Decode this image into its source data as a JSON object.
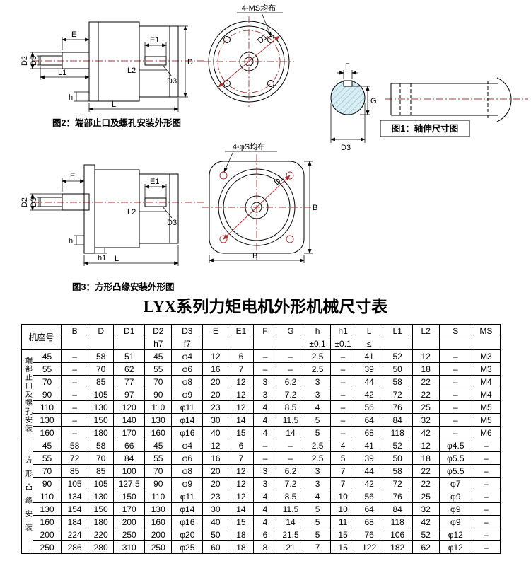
{
  "title": "LYX系列力矩电机外形机械尺寸表",
  "fig2": {
    "caption": "图2：端部止口及螺孔安装外形图",
    "note": "4-MS均布",
    "dims": {
      "e": "E",
      "l1": "L1",
      "d2": "D2",
      "d3_left": "D3",
      "d3_right": "D3",
      "e1": "E1",
      "d": "D",
      "l2": "L2",
      "l": "L",
      "h": "h",
      "d1": "D1"
    }
  },
  "fig1": {
    "caption": "图1：轴伸尺寸图",
    "dims": {
      "f": "F",
      "g": "G",
      "d3": "D3"
    }
  },
  "fig3": {
    "caption": "图3：方形凸缘安装外形图",
    "note": "4-φS均布",
    "dims": {
      "e": "E",
      "e1": "E1",
      "d2": "D2",
      "d3_left": "D3",
      "d3_right": "D3",
      "l2": "L2",
      "h": "h",
      "h1": "h1",
      "l": "L",
      "d1": "D1",
      "b_right": "B",
      "b_bottom": "B"
    }
  },
  "table": {
    "columns": [
      "机座号",
      "B",
      "D",
      "D1",
      "D2",
      "D3",
      "E",
      "E1",
      "F",
      "G",
      "h",
      "h1",
      "L",
      "L1",
      "L2",
      "S",
      "MS"
    ],
    "subheader": [
      "",
      "",
      "",
      "",
      "h7",
      "f7",
      "",
      "",
      "",
      "",
      "±0.1",
      "±0.1",
      "≤",
      "",
      "",
      "",
      ""
    ],
    "groups": [
      {
        "label": "端部止口及螺孔安装",
        "rows": [
          [
            "45",
            "–",
            "58",
            "51",
            "45",
            "φ4",
            "12",
            "6",
            "–",
            "–",
            "2.5",
            "–",
            "41",
            "52",
            "12",
            "–",
            "M3"
          ],
          [
            "55",
            "–",
            "70",
            "62",
            "55",
            "φ6",
            "16",
            "7",
            "–",
            "–",
            "2.5",
            "–",
            "39",
            "50",
            "18",
            "–",
            "M3"
          ],
          [
            "70",
            "–",
            "85",
            "77",
            "70",
            "φ8",
            "20",
            "12",
            "3",
            "6.2",
            "3",
            "–",
            "44",
            "58",
            "22",
            "–",
            "M4"
          ],
          [
            "90",
            "–",
            "105",
            "97",
            "90",
            "φ9",
            "20",
            "12",
            "3",
            "7.2",
            "3",
            "–",
            "42",
            "72",
            "22",
            "–",
            "M4"
          ],
          [
            "110",
            "–",
            "130",
            "120",
            "110",
            "φ11",
            "23",
            "12",
            "4",
            "8.5",
            "4",
            "–",
            "56",
            "76",
            "25",
            "–",
            "M5"
          ],
          [
            "130",
            "–",
            "150",
            "140",
            "130",
            "φ14",
            "30",
            "14",
            "4",
            "11.5",
            "5",
            "–",
            "64",
            "84",
            "32",
            "–",
            "M5"
          ],
          [
            "160",
            "–",
            "180",
            "170",
            "160",
            "φ16",
            "40",
            "15",
            "4",
            "14",
            "5",
            "–",
            "68",
            "118",
            "42",
            "–",
            "M6"
          ]
        ]
      },
      {
        "label": "方形凸缘安装",
        "rows": [
          [
            "45",
            "58",
            "58",
            "66",
            "45",
            "φ4",
            "12",
            "6",
            "–",
            "–",
            "2.5",
            "4",
            "41",
            "52",
            "12",
            "φ4.5",
            "–"
          ],
          [
            "55",
            "72",
            "70",
            "84",
            "55",
            "φ6",
            "16",
            "7",
            "–",
            "–",
            "2.5",
            "5",
            "39",
            "50",
            "18",
            "φ5.5",
            "–"
          ],
          [
            "70",
            "85",
            "85",
            "100",
            "70",
            "φ8",
            "20",
            "12",
            "3",
            "6.2",
            "3",
            "7",
            "44",
            "58",
            "22",
            "φ5.5",
            "–"
          ],
          [
            "90",
            "105",
            "105",
            "127.5",
            "90",
            "φ9",
            "20",
            "12",
            "3",
            "7.2",
            "3",
            "7",
            "42",
            "72",
            "22",
            "φ7",
            "–"
          ],
          [
            "110",
            "134",
            "130",
            "150",
            "110",
            "φ11",
            "23",
            "12",
            "4",
            "8.5",
            "4",
            "10",
            "56",
            "76",
            "25",
            "φ9",
            "–"
          ],
          [
            "130",
            "154",
            "150",
            "170",
            "130",
            "φ14",
            "30",
            "14",
            "4",
            "11.5",
            "5",
            "10",
            "64",
            "84",
            "32",
            "φ9",
            "–"
          ],
          [
            "160",
            "184",
            "180",
            "200",
            "160",
            "φ16",
            "40",
            "15",
            "4",
            "14",
            "5",
            "11",
            "68",
            "118",
            "42",
            "φ9",
            "–"
          ],
          [
            "200",
            "224",
            "220",
            "250",
            "200",
            "φ20",
            "50",
            "18",
            "6",
            "21.5",
            "5",
            "15",
            "76",
            "106",
            "52",
            "φ12",
            "–"
          ],
          [
            "250",
            "286",
            "280",
            "310",
            "250",
            "φ25",
            "60",
            "18",
            "8",
            "21",
            "7",
            "15",
            "122",
            "182",
            "62",
            "φ12",
            "–"
          ]
        ]
      }
    ]
  }
}
